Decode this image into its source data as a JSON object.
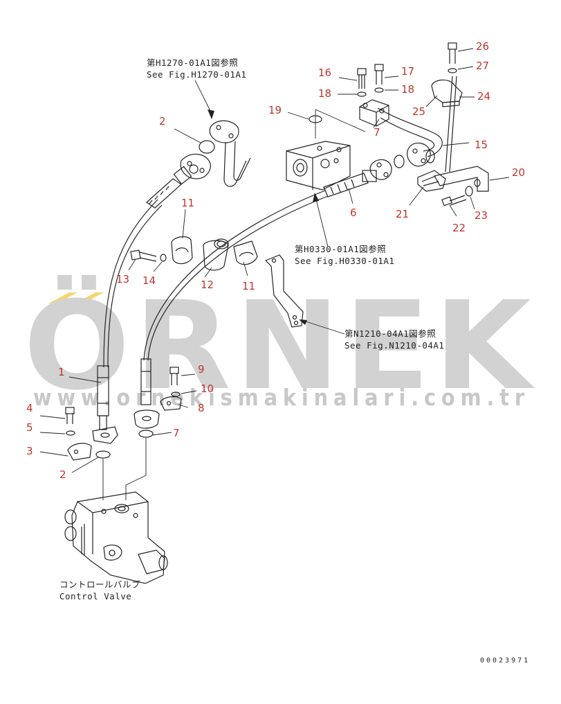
{
  "watermark": {
    "brand": "ÖRNEK",
    "url": "www.ornekismakinalari.com.tr",
    "accent_color": "#f5d76e",
    "text_color": "#d2d2d2"
  },
  "references": {
    "h1270_jp": "第H1270-01A1図参照",
    "h1270_en": "See Fig.H1270-01A1",
    "h0330_jp": "第H0330-01A1図参照",
    "h0330_en": "See Fig.H0330-01A1",
    "n1210_jp": "第N1210-04A1図参照",
    "n1210_en": "See Fig.N1210-04A1",
    "control_valve_jp": "コントロールバルブ",
    "control_valve_en": "Control Valve"
  },
  "drawing_code": "00023971",
  "label_color": "#c0342c",
  "part_labels": {
    "p1": "1",
    "p2a": "2",
    "p2b": "2",
    "p3": "3",
    "p4": "4",
    "p5": "5",
    "p6": "6",
    "p7a": "7",
    "p7b": "7",
    "p8": "8",
    "p9": "9",
    "p10": "10",
    "p11a": "11",
    "p11b": "11",
    "p12": "12",
    "p13": "13",
    "p14": "14",
    "p15": "15",
    "p16": "16",
    "p17": "17",
    "p18a": "18",
    "p18b": "18",
    "p19": "19",
    "p20": "20",
    "p21": "21",
    "p22": "22",
    "p23": "23",
    "p24": "24",
    "p25": "25",
    "p26": "26",
    "p27": "27"
  }
}
